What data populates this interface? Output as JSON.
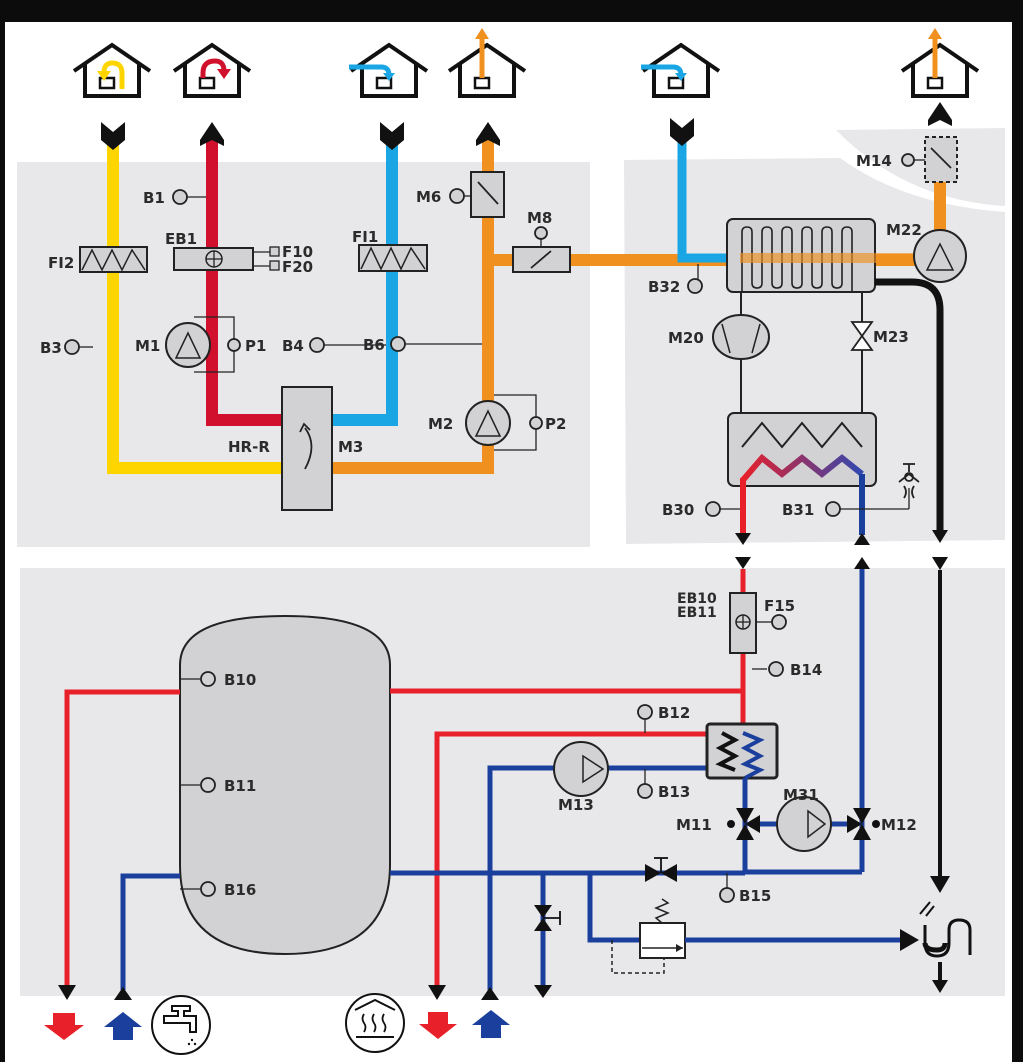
{
  "diagram": {
    "title": "Heat pump ventilation and hot water system schematic",
    "colors": {
      "frame": "#0c0c0c",
      "canvas": "#ffffff",
      "panel": "#e8e8ea",
      "component_fill": "#d2d2d4",
      "outdoor_air": "#ffd500",
      "supply_air": "#d0102c",
      "extract_air": "#1aa6e4",
      "exhaust_air": "#f0901e",
      "hot_water": "#e8202a",
      "cold_water": "#1a3f9c",
      "condensate": "#111111"
    },
    "air_icons": [
      {
        "id": "outdoor-air",
        "arrow": "yellow-return"
      },
      {
        "id": "supply-air",
        "arrow": "red-return"
      },
      {
        "id": "extract-air",
        "arrow": "blue-in"
      },
      {
        "id": "exhaust-air",
        "arrow": "orange-up"
      },
      {
        "id": "extract-air-2",
        "arrow": "blue-in"
      },
      {
        "id": "exhaust-air-2",
        "arrow": "orange-up"
      }
    ],
    "labels": {
      "FI2": "FI2",
      "B1": "B1",
      "EB1": "EB1",
      "F10": "F10",
      "F20": "F20",
      "FI1": "FI1",
      "M6": "M6",
      "M8": "M8",
      "B3": "B3",
      "M1": "M1",
      "P1": "P1",
      "B4": "B4",
      "B6": "B6",
      "HR_R": "HR-R",
      "M3": "M3",
      "M2": "M2",
      "P2": "P2",
      "M14": "M14",
      "M22": "M22",
      "B32": "B32",
      "M20": "M20",
      "M23": "M23",
      "B30": "B30",
      "B31": "B31",
      "EB10": "EB10",
      "EB11": "EB11",
      "F15": "F15",
      "B14": "B14",
      "B10": "B10",
      "B11": "B11",
      "B16": "B16",
      "B12": "B12",
      "B13": "B13",
      "M13": "M13",
      "M31": "M31",
      "M11": "M11",
      "M12": "M12",
      "B15": "B15"
    },
    "bottom_icons": [
      {
        "id": "hot-water-out",
        "symbol": "red-down-arrow"
      },
      {
        "id": "cold-water-in",
        "symbol": "blue-up-arrow"
      },
      {
        "id": "tap-water",
        "symbol": "tap-icon"
      },
      {
        "id": "heating",
        "symbol": "floor-heating-icon"
      },
      {
        "id": "heating-flow",
        "symbol": "red-down-arrow"
      },
      {
        "id": "heating-return",
        "symbol": "blue-up-arrow"
      }
    ]
  }
}
